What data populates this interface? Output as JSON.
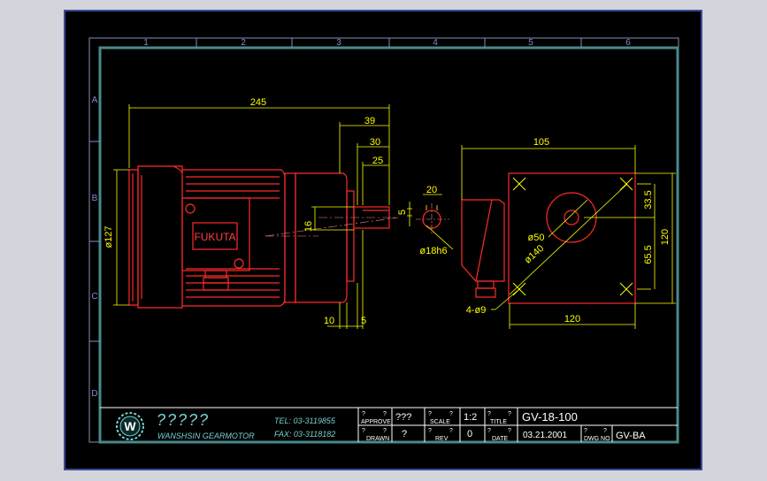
{
  "colors": {
    "background": "#d4d4dc",
    "canvas": "#000000",
    "frame_outer": "#3a4a9a",
    "frame": "#4a7a86",
    "grid_label": "#8888cc",
    "red": "#ff2a2a",
    "yellow": "#ffff00",
    "white": "#ffffff",
    "teal": "#7ad0d0"
  },
  "grid": {
    "columns": [
      "1",
      "2",
      "3",
      "4",
      "5",
      "6"
    ],
    "rows": [
      "A",
      "B",
      "C",
      "D"
    ]
  },
  "motor": {
    "brand_label": "FUKUTA"
  },
  "dimensions": {
    "overall_length": "245",
    "shaft_39": "39",
    "shaft_30": "30",
    "shaft_25": "25",
    "key_5": "5",
    "shaft_dia": "16",
    "motor_dia": "ø127",
    "flange_10": "10",
    "flange_5": "5",
    "key_width": "20",
    "shaft_fit": "ø18h6",
    "flange_105": "105",
    "bolt_circle": "ø140",
    "pilot": "ø50",
    "height_33_5": "33.5",
    "height_65_5": "65.5",
    "height_120": "120",
    "width_120": "120",
    "holes": "4-ø9"
  },
  "title_block": {
    "logo": "W",
    "company_cn": "?????",
    "company_en": "WANSHSIN GEARMOTOR",
    "tel": "TEL: 03-3119855",
    "fax": "FAX: 03-3118182",
    "approve_label": "APPROVE",
    "approve_value": "???",
    "scale_label": "SCALE",
    "scale_value": "1:2",
    "title_label": "TITLE",
    "title_value": "GV-18-100",
    "drawn_label": "DRAWN",
    "drawn_value": "?",
    "rev_label": "REV",
    "rev_value": "0",
    "date_label": "DATE",
    "date_value": "03.21.2001",
    "dwg_label": "DWG NO",
    "dwg_value": "GV-BA",
    "q": "?"
  }
}
